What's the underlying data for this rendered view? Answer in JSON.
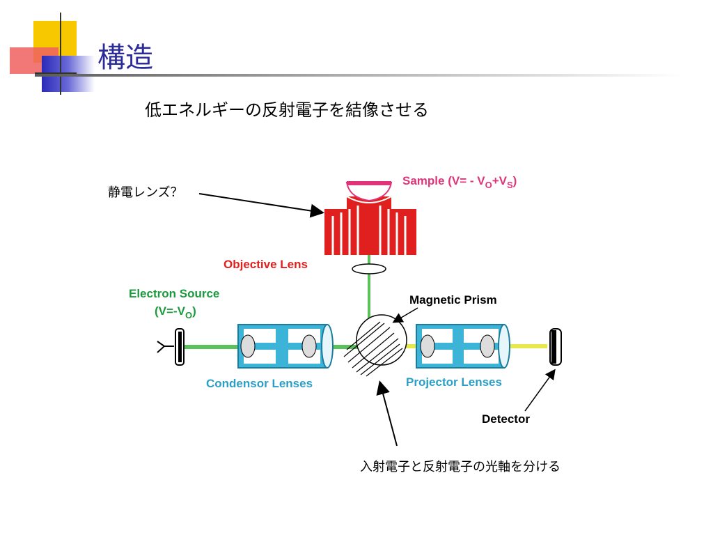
{
  "slide": {
    "title": "構造",
    "subtitle": "低エネルギーの反射電子を結像させる"
  },
  "annotations": {
    "electrostatic_lens": "静電レンズ？",
    "prism_note": "入射電子と反射電子の光軸を分ける"
  },
  "diagram": {
    "sample": {
      "label": "Sample (V= - V",
      "sub1": "O",
      "mid": "+V",
      "sub2": "S",
      "end": ")"
    },
    "objective_lens": "Objective Lens",
    "electron_source": {
      "line1": "Electron Source",
      "line2": "(V=-V",
      "sub": "O",
      "end": ")"
    },
    "magnetic_prism": "Magnetic Prism",
    "condensor_lenses": "Condensor Lenses",
    "projector_lenses": "Projector Lenses",
    "detector": "Detector"
  },
  "colors": {
    "title": "#2b2b9a",
    "sample_text": "#e0337a",
    "objective": "#e0201e",
    "source_text": "#1a9a3c",
    "lens_text": "#2a9ec4",
    "lens_fill": "#3bb4d8",
    "beam_green": "#5cc15a",
    "beam_yellow": "#e8e84a"
  }
}
